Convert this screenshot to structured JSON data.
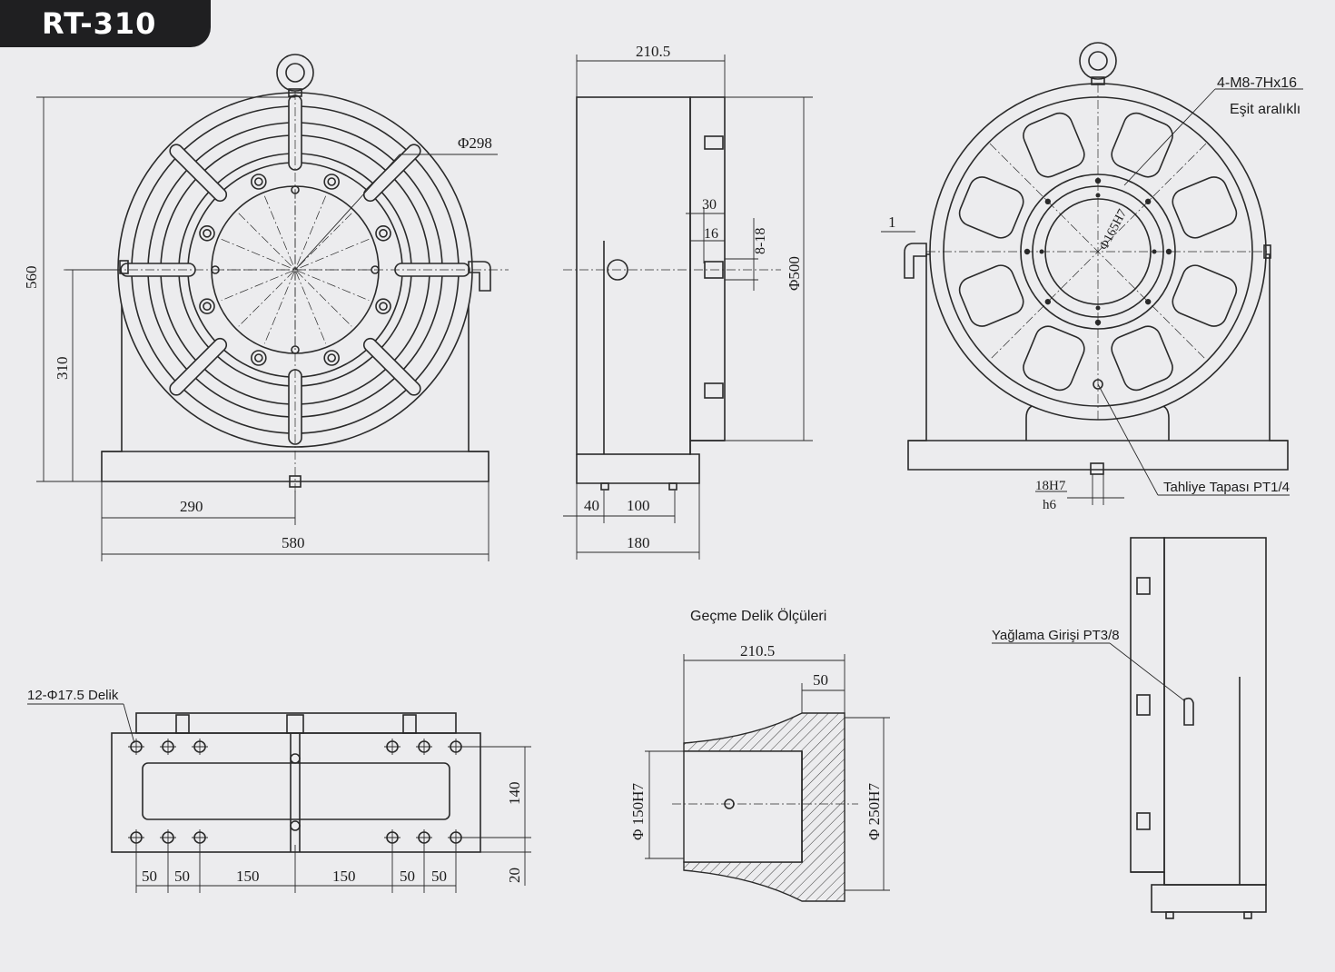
{
  "model": "RT-310",
  "front_view": {
    "height_total": "560",
    "center_height": "310",
    "table_diameter": "Φ298",
    "half_width": "290",
    "base_width": "580"
  },
  "side_view": {
    "depth": "210.5",
    "slot_depth": "30",
    "slot_width": "16",
    "slot_range": "8-18",
    "face_diameter": "Φ500",
    "base_offset": "40",
    "base_mid": "100",
    "base_depth": "180"
  },
  "rear_view": {
    "bolt_spec": "4-M8-7Hx16",
    "bolt_note": "Eşit aralıklı",
    "bore_diameter": "Φ165H7",
    "key_mark": "1",
    "fit_top": "18H7",
    "fit_bottom": "h6",
    "drain_label": "Tahliye Tapası PT1/4"
  },
  "plan_view": {
    "hole_label": "12-Φ17.5 Delik",
    "dim_50_a": "50",
    "dim_50_b": "50",
    "dim_150_a": "150",
    "dim_150_b": "150",
    "dim_50_c": "50",
    "dim_50_d": "50",
    "height_140": "140",
    "height_20": "20"
  },
  "fitting_detail": {
    "title": "Geçme Delik Ölçüleri",
    "length": "210.5",
    "flange": "50",
    "inner_diameter": "Φ 150H7",
    "outer_diameter": "Φ 250H7"
  },
  "lube_view": {
    "label": "Yağlama Girişi PT3/8"
  }
}
